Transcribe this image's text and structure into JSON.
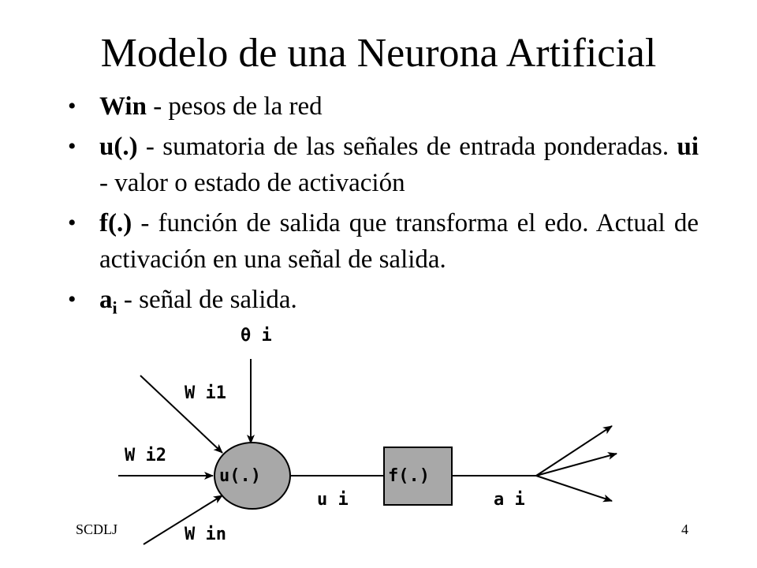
{
  "title": "Modelo de una Neurona Artificial",
  "bullets": [
    {
      "term": "Win",
      "text": " - pesos de la red"
    },
    {
      "term": "u(.)",
      "text": " - sumatoria de las señales de entrada ponderadas. ",
      "term2": "ui",
      "text2": " - valor o estado de activación"
    },
    {
      "term": "f(.)",
      "text": " - función de salida que transforma el edo. Actual de activación en una señal de salida."
    },
    {
      "term": "a",
      "sub": "i",
      "text": " - señal de salida."
    }
  ],
  "diagram": {
    "theta_label": "θ i",
    "w1_label": "W i1",
    "w2_label": "W i2",
    "wn_label": "W in",
    "sum_label": "u(.)",
    "f_label": "f(.)",
    "u_out_label": "u i",
    "a_out_label": "a i"
  },
  "footer": {
    "left": "SCDLJ",
    "right": "4"
  },
  "colors": {
    "node_fill": "#a8a8a8",
    "stroke": "#000000"
  }
}
